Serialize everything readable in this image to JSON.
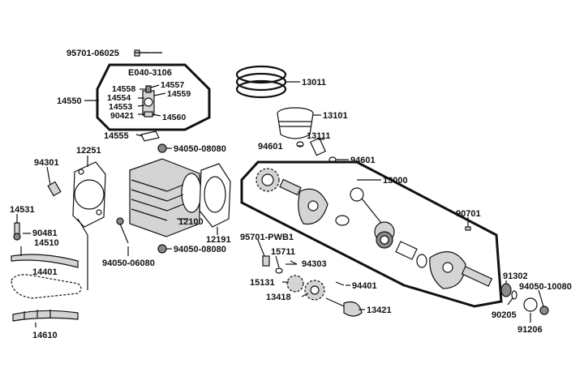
{
  "labels": {
    "p95701_06025": "95701-06025",
    "pE040_3106": "E040-3106",
    "p14550": "14550",
    "p14558": "14558",
    "p14557": "14557",
    "p14554": "14554",
    "p14559": "14559",
    "p14553": "14553",
    "p90421": "90421",
    "p14560": "14560",
    "p14555": "14555",
    "p94050_08080_a": "94050-08080",
    "p12251": "12251",
    "p94301": "94301",
    "p14531": "14531",
    "p90481": "90481",
    "p14510": "14510",
    "p14401": "14401",
    "p14610": "14610",
    "p12100": "12100",
    "p12191": "12191",
    "p94050_06080": "94050-06080",
    "p94050_08080_b": "94050-08080",
    "p13011": "13011",
    "p13101": "13101",
    "p13111": "13111",
    "p94601_a": "94601",
    "p94601_b": "94601",
    "p13000": "13000",
    "p90701": "90701",
    "p95701_PWB1": "95701-PWB1",
    "p15711": "15711",
    "p94303": "94303",
    "p15131": "15131",
    "p94401": "94401",
    "p13418": "13418",
    "p13421": "13421",
    "p91302": "91302",
    "p94050_10080": "94050-10080",
    "p90205": "90205",
    "p91206": "91206"
  }
}
